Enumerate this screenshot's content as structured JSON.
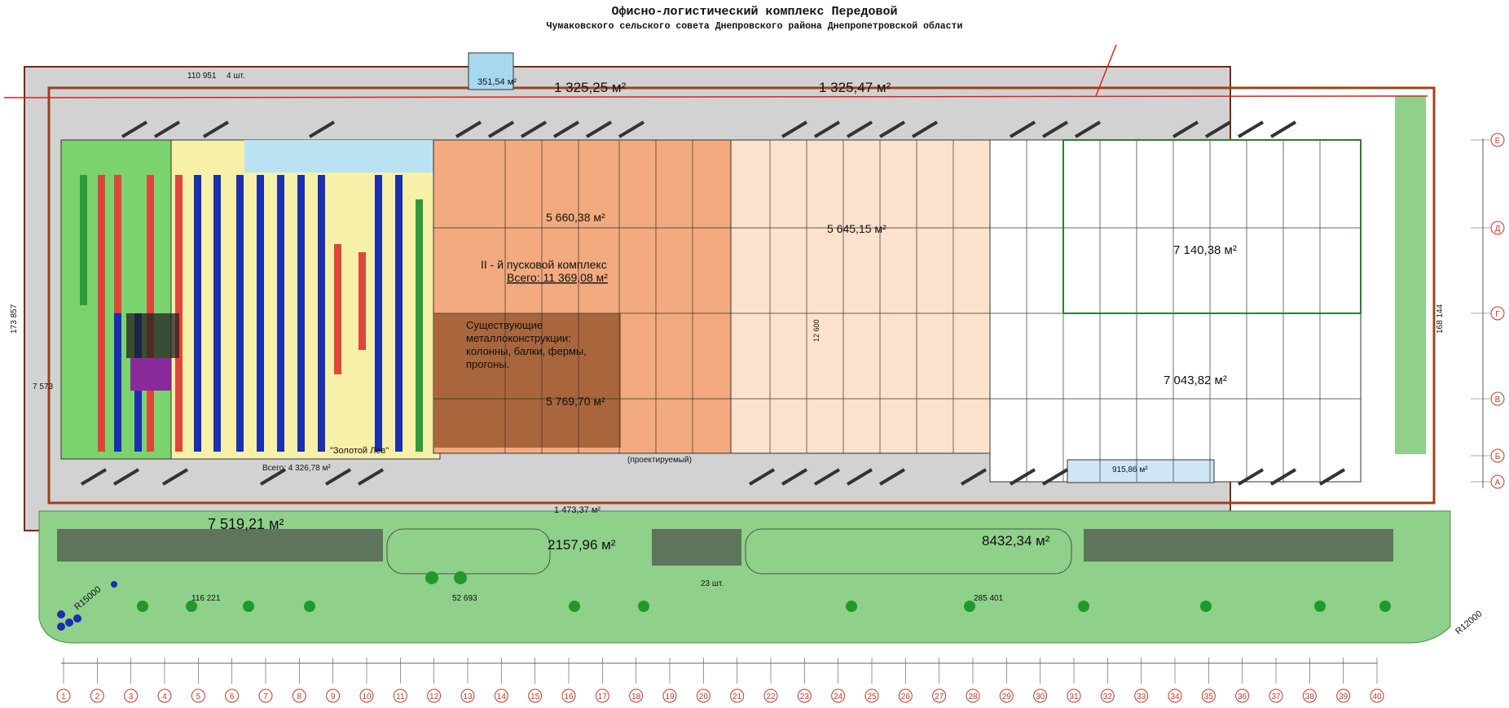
{
  "title": "Офисно-логистический комплекс Передовой",
  "subtitle": "Чумаковского сельского совета Днепровского района Днепропетровской области",
  "areas": {
    "top_left": "1 325,25 м²",
    "top_right": "1 325,47 м²",
    "outbuilding": "351,54 м²",
    "phase2": "5 660,38 м²",
    "mid": "5 645,15 м²",
    "right_top": "7 140,38 м²",
    "right_bottom": "7 043,82 м²",
    "lower_mid": "5 769,70 м²",
    "bottom_left": "7 519,21 м²",
    "bottom_mid": "2157,96 м²",
    "bottom_right": "8432,34 м²",
    "small_blue": "915,86 м²"
  },
  "labels": {
    "phase2_title": "II - й пусковой комплекс",
    "phase2_total": "Всего: 11 369,08 м²",
    "metal_1": "Существующие",
    "metal_2": "металлоконструкции:",
    "metal_3": "колонны, балки, фермы,",
    "metal_4": "прогоны.",
    "zolotoy_lev": "\"Золотой Лев\"",
    "vsego_1": "Всего: 4 326,78 м²",
    "projected": "(проектируемый)",
    "width_1473": "1 473,37 м²",
    "top_dim": "110 951",
    "top_dim_count": "4 шт.",
    "left_dim": "173 857",
    "left_dim2": "7 573",
    "right_dim": "168 144",
    "dim_116": "116 221",
    "dim_52": "52 693",
    "dim_285": "285 401",
    "dim_23": "23 шт.",
    "dim_12600": "12 600",
    "r_left": "R15000",
    "r_right": "R12000"
  },
  "row_labels": [
    "Е",
    "Д",
    "Г",
    "В",
    "Б",
    "А"
  ],
  "col_labels": [
    "1",
    "2",
    "3",
    "4",
    "5",
    "6",
    "7",
    "8",
    "9",
    "10",
    "11",
    "12",
    "13",
    "14",
    "15",
    "16",
    "17",
    "18",
    "19",
    "20",
    "21",
    "22",
    "23",
    "24",
    "25",
    "26",
    "27",
    "28",
    "29",
    "30",
    "31",
    "32",
    "33",
    "34",
    "35",
    "36",
    "37",
    "38",
    "39",
    "40"
  ],
  "colors": {
    "wall": "#b5471f",
    "road": "#cfcfcf",
    "green": "#8fd08a",
    "phase2": "#f2aa7e",
    "peach": "#fce2cc",
    "blue_rack": "#1b2fb0",
    "red_rack": "#e0453a",
    "green_rack": "#2e9b3a",
    "grid_red": "#c0392b"
  }
}
